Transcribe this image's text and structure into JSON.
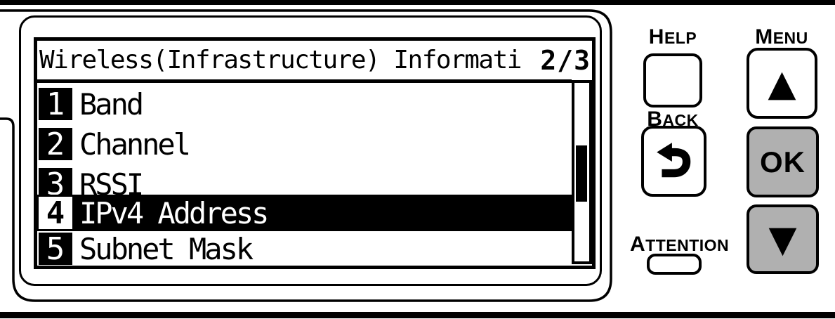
{
  "lcd": {
    "title": "Wireless(Infrastructure) Informati",
    "page_indicator": "2/3",
    "menu_items": [
      {
        "number": "1",
        "label": "Band",
        "selected": false
      },
      {
        "number": "2",
        "label": "Channel",
        "selected": false
      },
      {
        "number": "3",
        "label": "RSSI",
        "selected": false
      },
      {
        "number": "4",
        "label": "IPv4 Address",
        "selected": true
      },
      {
        "number": "5",
        "label": "Subnet Mask",
        "selected": false
      }
    ],
    "scrollbar": {
      "position": "middle"
    }
  },
  "buttons": {
    "help": {
      "label": "HELP"
    },
    "menu_up": {
      "label": "MENU",
      "glyph": "▲",
      "icon": "up-triangle-icon"
    },
    "back": {
      "label": "BACK",
      "icon": "u-turn-left-arrow-icon"
    },
    "ok": {
      "label": "OK"
    },
    "down": {
      "glyph": "▼",
      "icon": "down-triangle-icon"
    },
    "attention": {
      "label": "ATTENTION",
      "icon": "led-indicator"
    }
  },
  "colors": {
    "button_gray": "#b0b0b0",
    "lcd_foreground": "#000000",
    "lcd_background": "#ffffff"
  }
}
